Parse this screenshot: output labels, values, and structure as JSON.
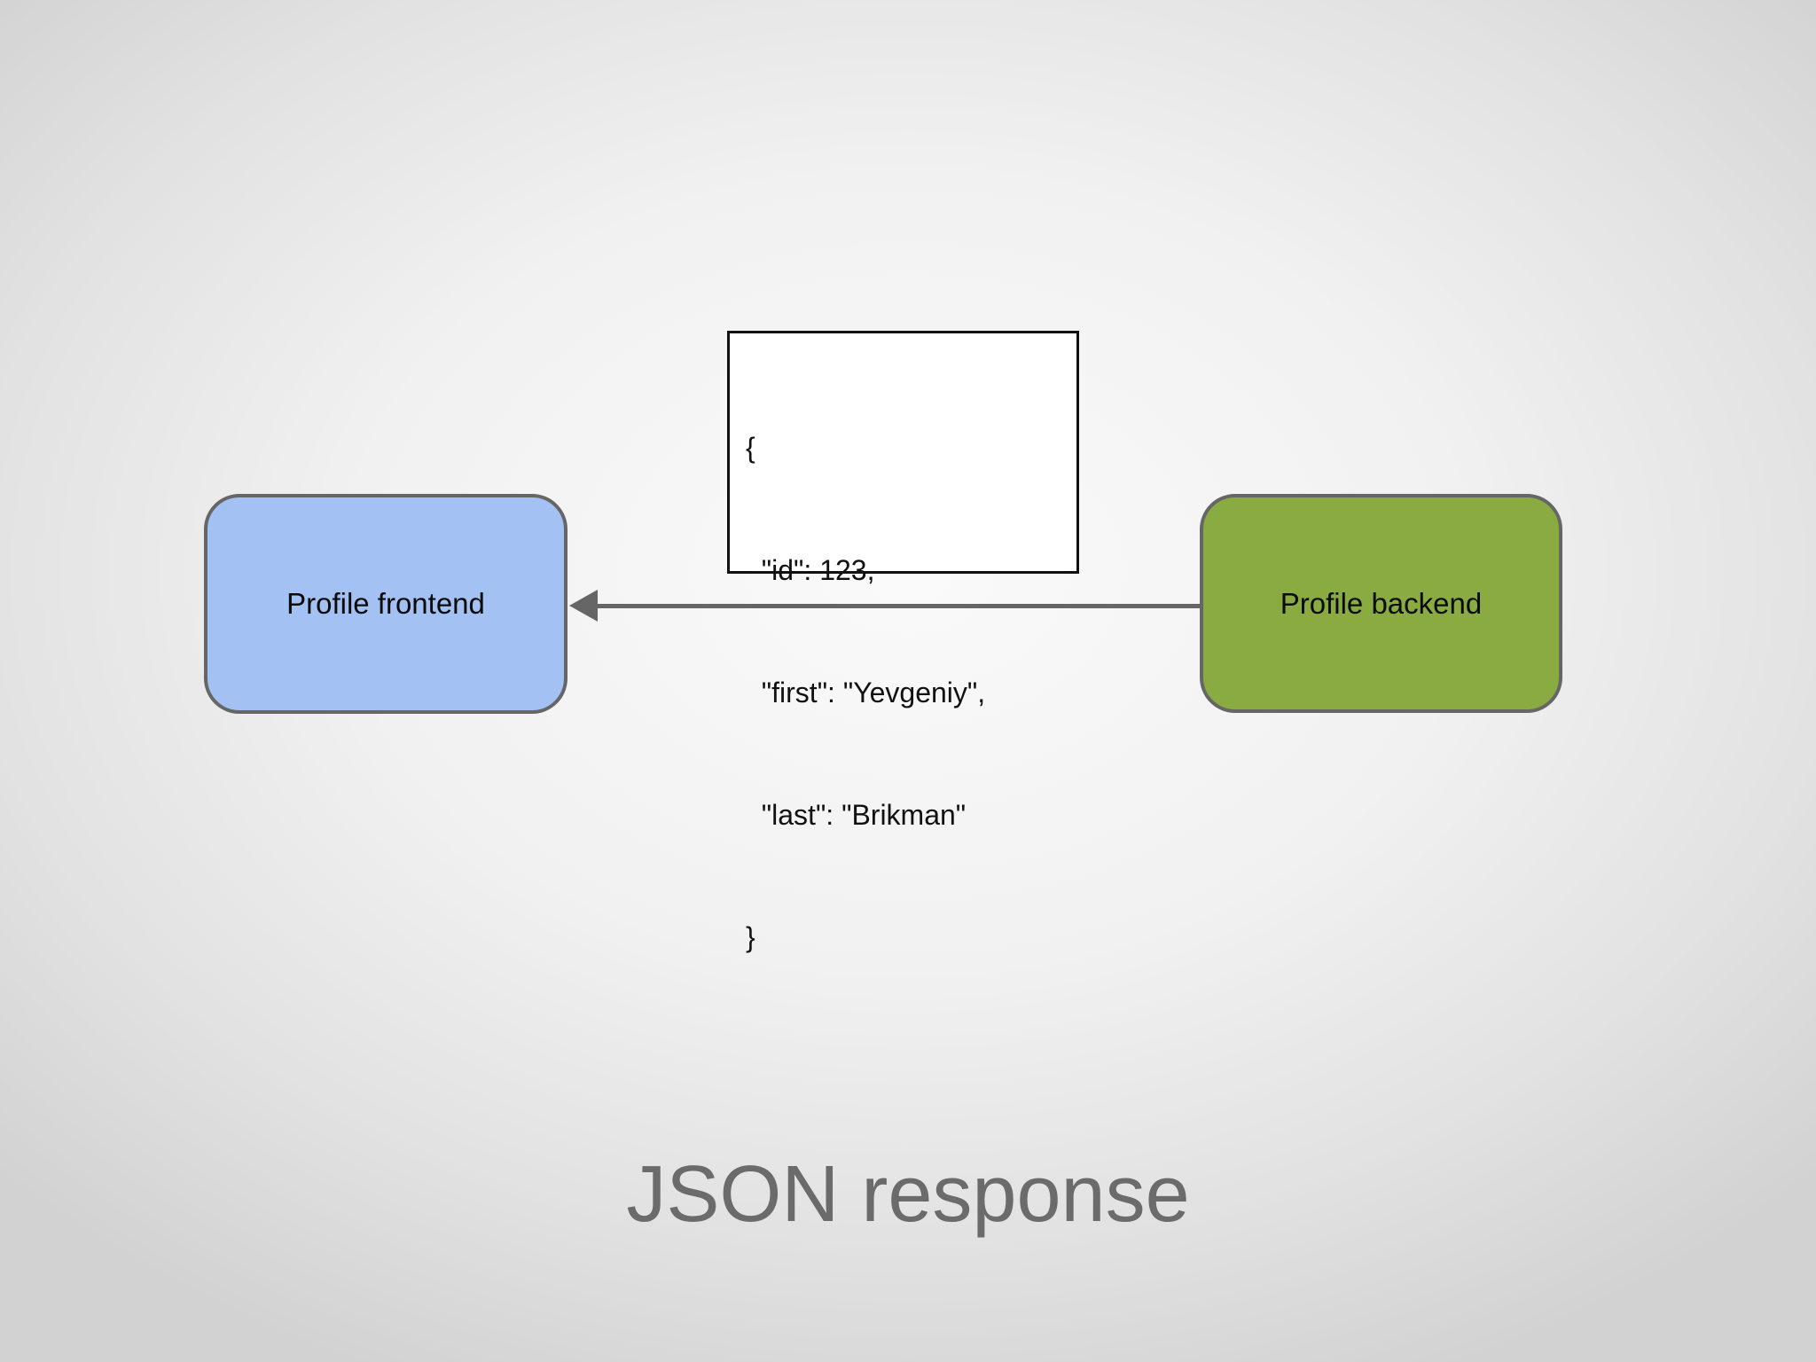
{
  "caption": "JSON response",
  "code_box": {
    "lines": [
      "{",
      "  \"id\": 123,",
      "  \"first\": \"Yevgeniy\",",
      "  \"last\": \"Brikman\"",
      "}"
    ]
  },
  "nodes": {
    "frontend": {
      "label": "Profile frontend"
    },
    "backend": {
      "label": "Profile backend"
    }
  },
  "arrow": {
    "direction": "backend-to-frontend"
  },
  "colors": {
    "frontend_fill": "#a4c1f4",
    "backend_fill": "#8aab42",
    "node_border": "#666666",
    "arrow_color": "#666666",
    "caption_text": "#6b6b6b"
  }
}
